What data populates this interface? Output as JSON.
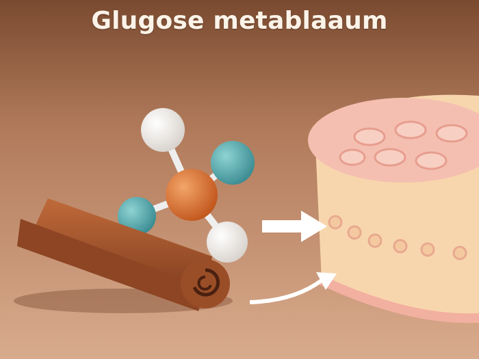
{
  "title": "Glugose metablaaum",
  "colors": {
    "background_top": "#7a4a30",
    "background_bottom": "#d4a486",
    "cinnamon": "#a0522d",
    "atom_center": "#d4682a",
    "atom_teal": "#4fa3a8",
    "atom_white": "#f4f1ee",
    "structure_pink": "#f2b8aa",
    "structure_cream": "#f8d9b0",
    "arrow": "#ffffff"
  },
  "icons": [
    "molecule-model",
    "cinnamon-stick",
    "arrow-right",
    "curved-arrow",
    "cell-membrane-structure"
  ]
}
